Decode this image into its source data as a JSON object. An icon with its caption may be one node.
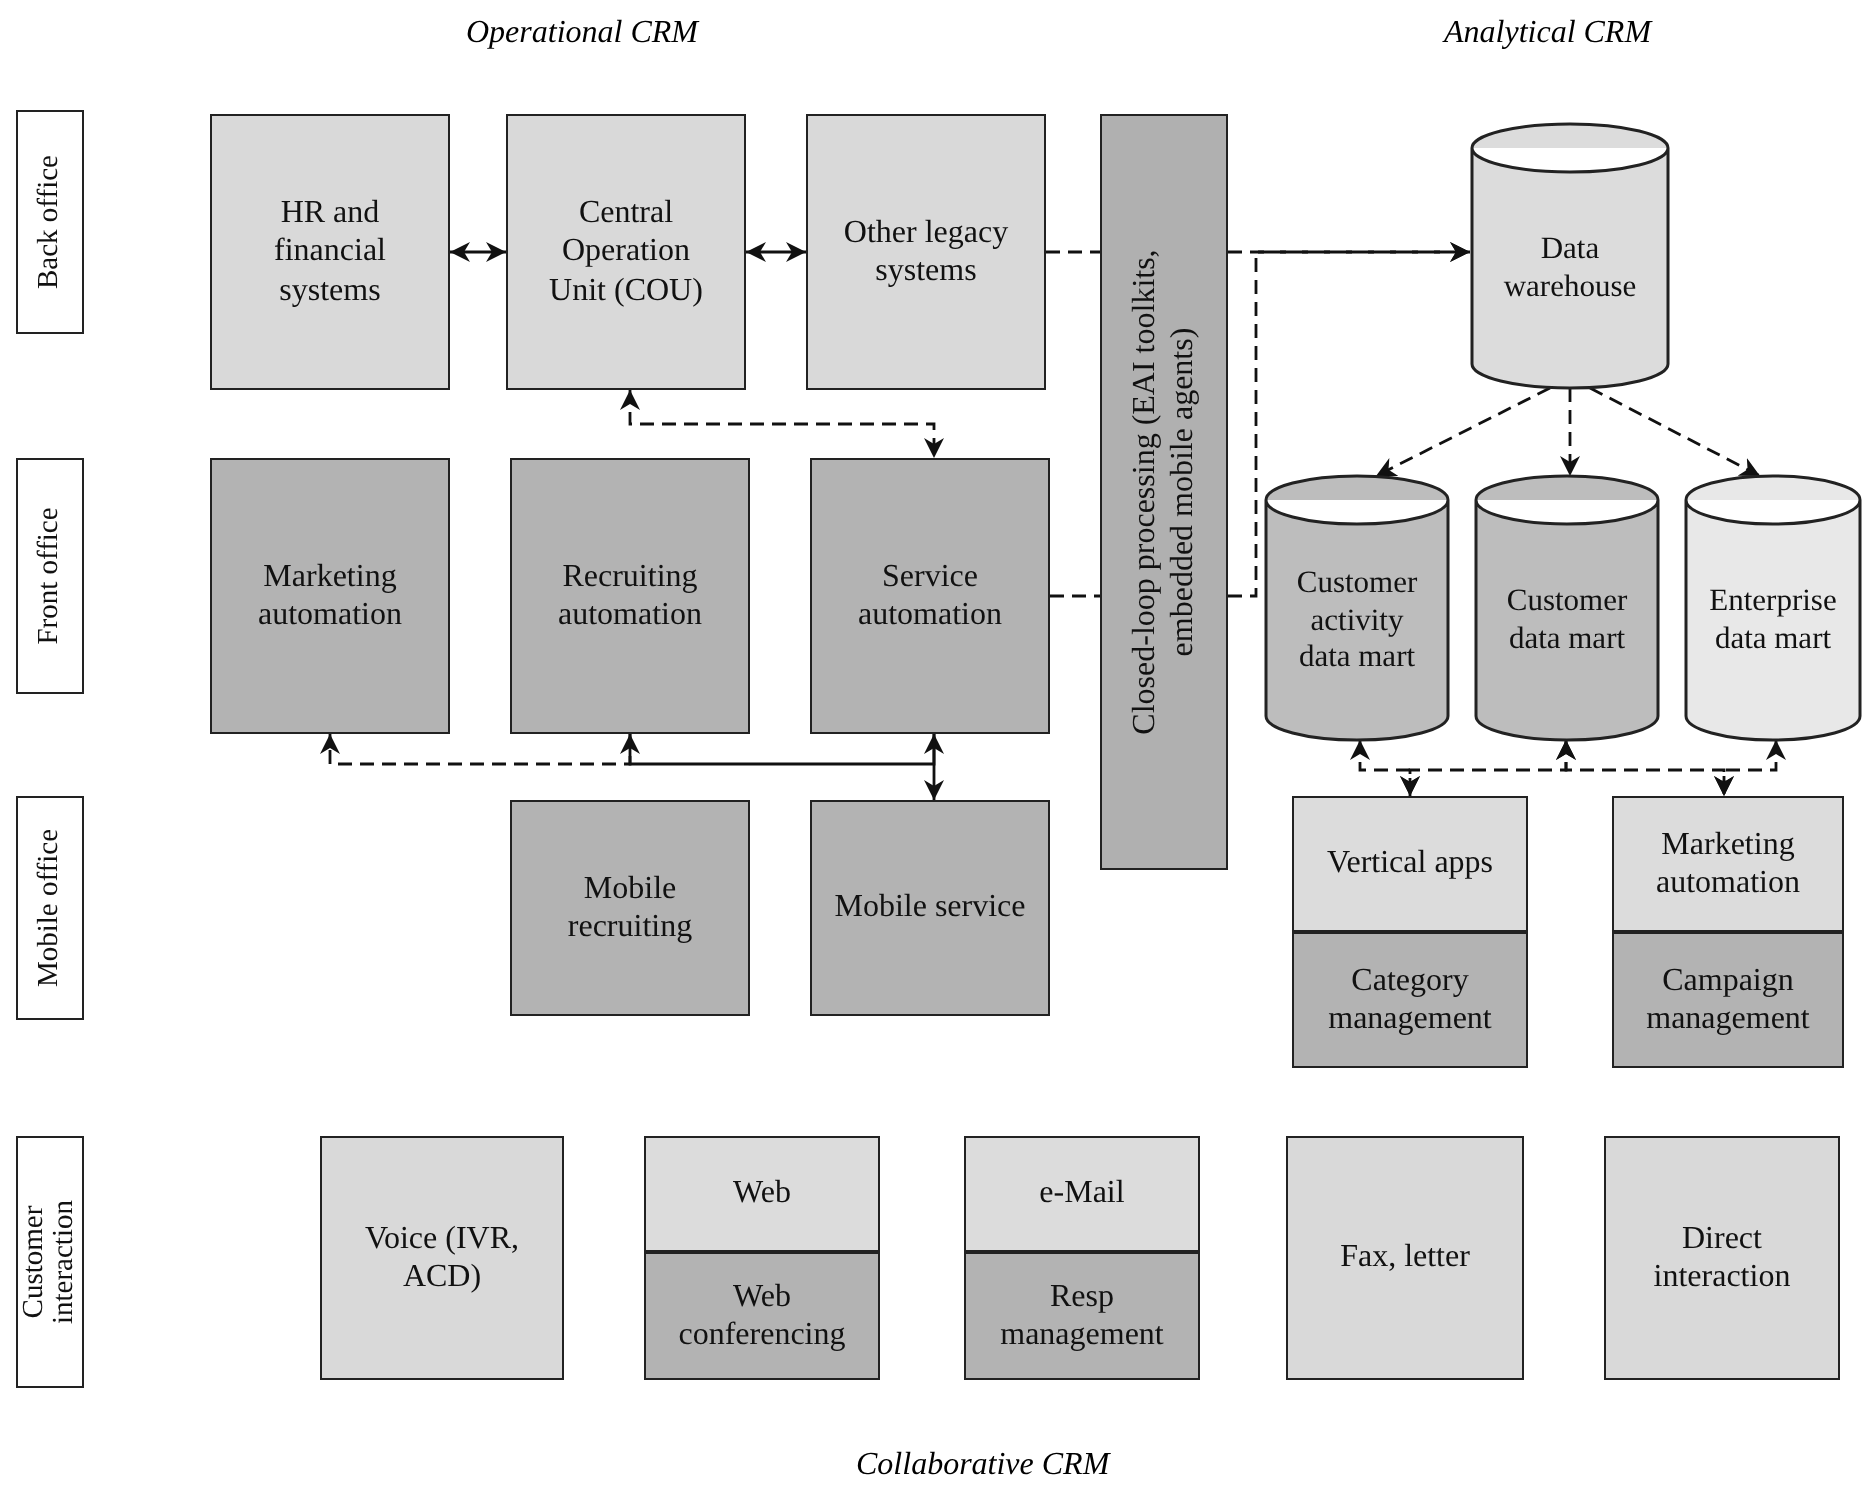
{
  "diagram": {
    "nodes": [
      {
        "text": [
          "Back office"
        ]
      },
      {
        "text": [
          "HR and financial systems"
        ]
      },
      {
        "text": [
          "Central Operation Unit (COU)"
        ]
      },
      {
        "text": [
          "Other legacy systems"
        ]
      },
      {
        "text": [
          "Closed-loop processing (EAI toolkits, embedded mobile agents)"
        ]
      },
      {
        "text": [
          "Data warehouse"
        ]
      },
      {
        "text": [
          "Front office"
        ]
      },
      {
        "text": [
          "Marketing automation"
        ]
      },
      {
        "text": [
          "Recruiting automation"
        ]
      },
      {
        "text": [
          "Service automation"
        ]
      },
      {
        "text": [
          "Customer activity data mart"
        ]
      },
      {
        "text": [
          "Customer data mart"
        ]
      },
      {
        "text": [
          "Enterprise data mart"
        ]
      },
      {
        "text": [
          "Mobile office"
        ]
      },
      {
        "text": [
          "Mobile recruiting"
        ]
      },
      {
        "text": [
          "Mobile service"
        ]
      },
      {
        "text": [
          "Vertical apps"
        ]
      },
      {
        "text": [
          "Category management"
        ]
      },
      {
        "text": [
          "Marketing automation"
        ]
      },
      {
        "text": [
          "Campaign management"
        ]
      },
      {
        "text": [
          "Customer interaction"
        ]
      },
      {
        "text": [
          "Voice (IVR, ACD)"
        ]
      },
      {
        "text": [
          "Web"
        ]
      },
      {
        "text": [
          "Web conferencing"
        ]
      },
      {
        "text": [
          "e-Mail"
        ]
      },
      {
        "text": [
          "Resp management"
        ]
      },
      {
        "text": [
          "Fax, letter"
        ]
      },
      {
        "text": [
          "Direct interaction"
        ]
      }
    ],
    "edges": [
      {
        "from": 1,
        "to": 2,
        "arrow": "both"
      },
      {
        "from": 2,
        "to": 3,
        "arrow": "both"
      },
      {
        "from": 3,
        "to": 4,
        "arrow": "none",
        "style": "dashed"
      },
      {
        "from": 4,
        "to": 5,
        "arrow": "to",
        "style": "dashed"
      },
      {
        "from": 9,
        "to": 4,
        "arrow": "none",
        "style": "dashed"
      },
      {
        "from": 4,
        "to": 5,
        "arrow": "to",
        "style": "dashed"
      },
      {
        "from": 2,
        "to": 9,
        "arrow": "both",
        "style": "dashed"
      },
      {
        "from": 9,
        "to": 15,
        "arrow": "both"
      },
      {
        "from": 9,
        "to": 8,
        "arrow": "to"
      },
      {
        "from": 8,
        "to": 7,
        "arrow": "to",
        "style": "dashed"
      },
      {
        "from": 5,
        "to": 10,
        "arrow": "to",
        "style": "dashed"
      },
      {
        "from": 5,
        "to": 11,
        "arrow": "to",
        "style": "dashed"
      },
      {
        "from": 5,
        "to": 12,
        "arrow": "to",
        "style": "dashed"
      },
      {
        "from": 10,
        "to": 16,
        "arrow": "both",
        "style": "dashed"
      },
      {
        "from": 11,
        "to": 16,
        "arrow": "both",
        "style": "dashed"
      },
      {
        "from": 11,
        "to": 18,
        "arrow": "both",
        "style": "dashed"
      },
      {
        "from": 12,
        "to": 18,
        "arrow": "both",
        "style": "dashed"
      }
    ],
    "labels": [
      "Operational CRM",
      "Analytical CRM",
      "Collaborative CRM"
    ]
  }
}
